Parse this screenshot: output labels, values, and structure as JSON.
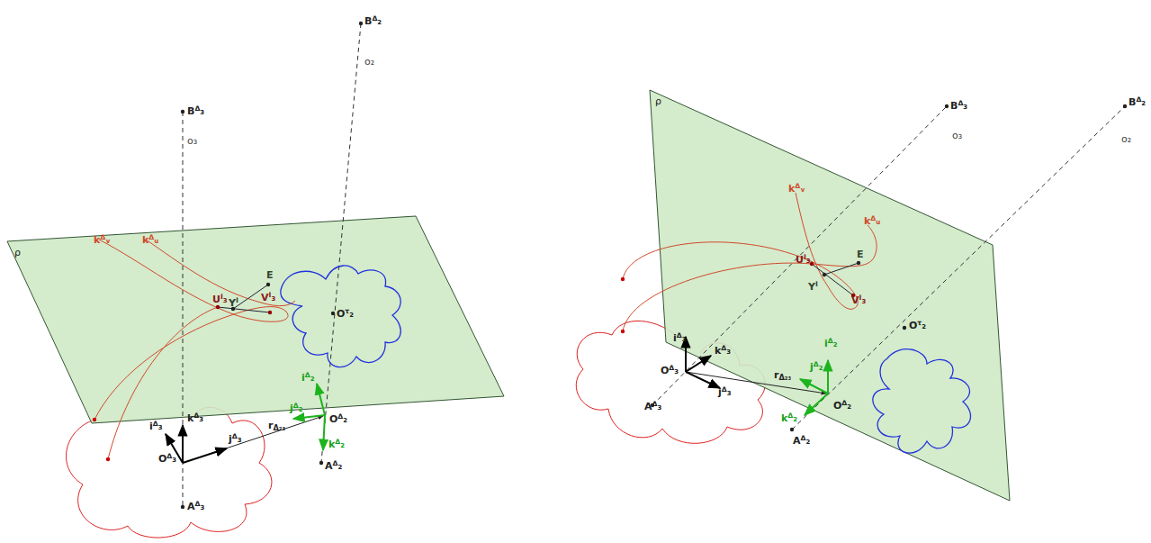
{
  "diagram": {
    "labels": [
      "BΔ₃",
      "o₃",
      "BΔ₂",
      "o₂",
      "ρ",
      "kΔᵥ",
      "kΔᵤ",
      "UI₃",
      "YI",
      "VI₃",
      "E",
      "Oτ₂",
      "iΔ₂",
      "jΔ₂",
      "OΔ₂",
      "kΔ₂",
      "AΔ₂",
      "rΔ₂₃",
      "kΔ₃",
      "iΔ₃",
      "OΔ₃",
      "jΔ₃",
      "AΔ₃",
      "BΔ₃",
      "o₃",
      "BΔ₂",
      "o₂",
      "ρ",
      "kΔᵥ",
      "kΔᵤ",
      "UI₃",
      "YI",
      "VI₃",
      "E",
      "Oτ₂",
      "iΔ₂",
      "jΔ₂",
      "OΔ₂",
      "kΔ₂",
      "AΔ₂",
      "rΔ₂₃",
      "kΔ₃",
      "iΔ₃",
      "OΔ₃",
      "jΔ₃",
      "AΔ₃"
    ]
  }
}
